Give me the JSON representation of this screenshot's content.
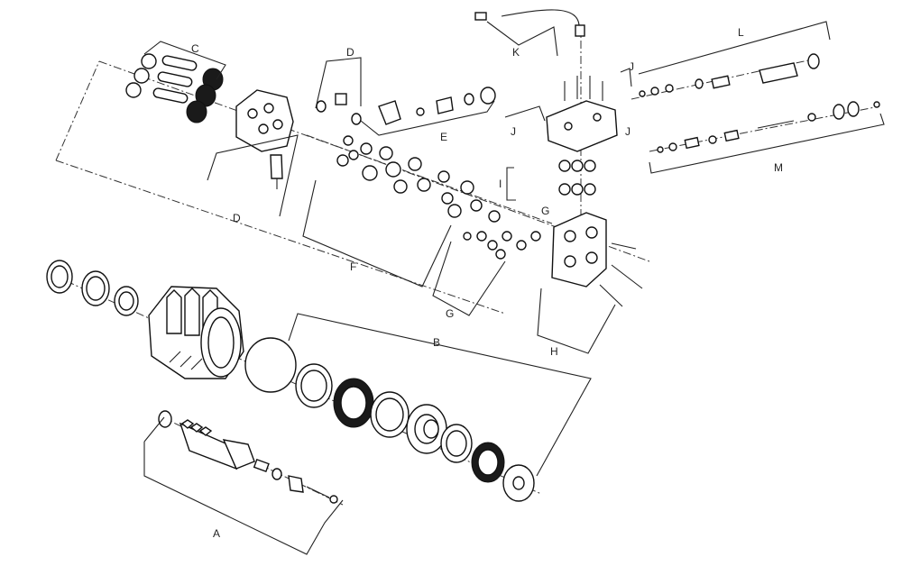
{
  "figure": {
    "group_labels": {
      "A": "A",
      "B": "B",
      "C": "C",
      "D1": "D",
      "D2": "D",
      "E": "E",
      "F": "F",
      "G1": "G",
      "G2": "G",
      "H": "H",
      "I": "I",
      "J1": "J",
      "J2": "J",
      "J3": "J",
      "K": "K",
      "L": "L",
      "M": "M"
    }
  }
}
